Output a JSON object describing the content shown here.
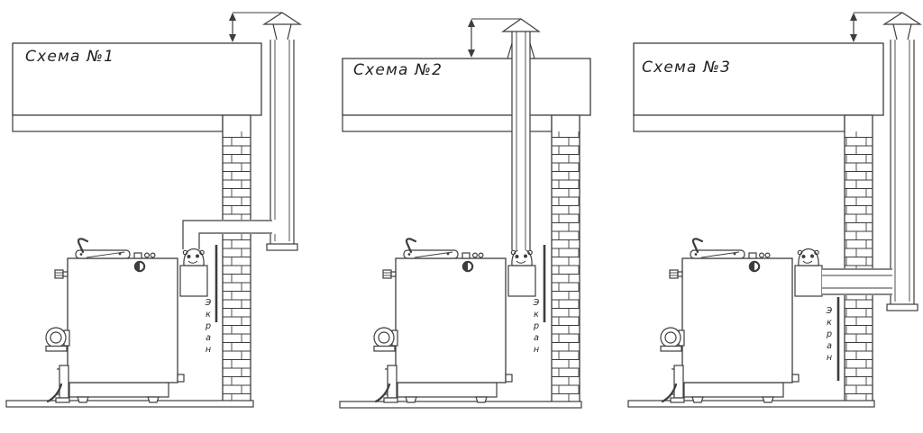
{
  "page": {
    "background": "#ffffff",
    "line_color": "#3d3d3d",
    "text_color": "#222222"
  },
  "schemes": [
    {
      "label": "Схема №1",
      "screen_label": "Экран"
    },
    {
      "label": "Схема №2",
      "screen_label": "Экран"
    },
    {
      "label": "Схема №3",
      "screen_label": "Экран"
    }
  ]
}
